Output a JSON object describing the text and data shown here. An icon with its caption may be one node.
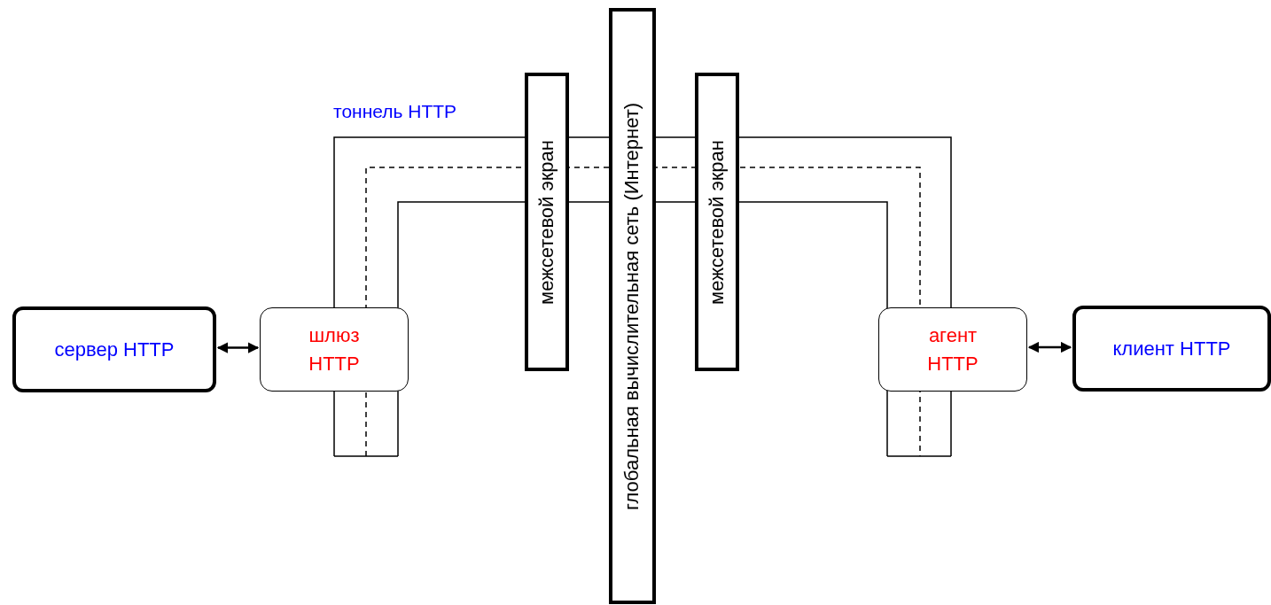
{
  "diagram": {
    "nodes": [
      {
        "text": [
          "сервер HTTP"
        ]
      },
      {
        "text": [
          "шлюз HTTP"
        ]
      },
      {
        "text": [
          "межсетевой экран"
        ]
      },
      {
        "text": [
          "глобальная вычислительная сеть (Интернет)"
        ]
      },
      {
        "text": [
          "межсетевой экран"
        ]
      },
      {
        "text": [
          "агент HTTP"
        ]
      },
      {
        "text": [
          "клиент HTTP"
        ]
      }
    ],
    "edges": [
      {
        "from": 0,
        "to": 1,
        "arrow": "both"
      },
      {
        "from": 5,
        "to": 6,
        "arrow": "both"
      }
    ],
    "labels": [
      "тоннель HTTP"
    ]
  }
}
